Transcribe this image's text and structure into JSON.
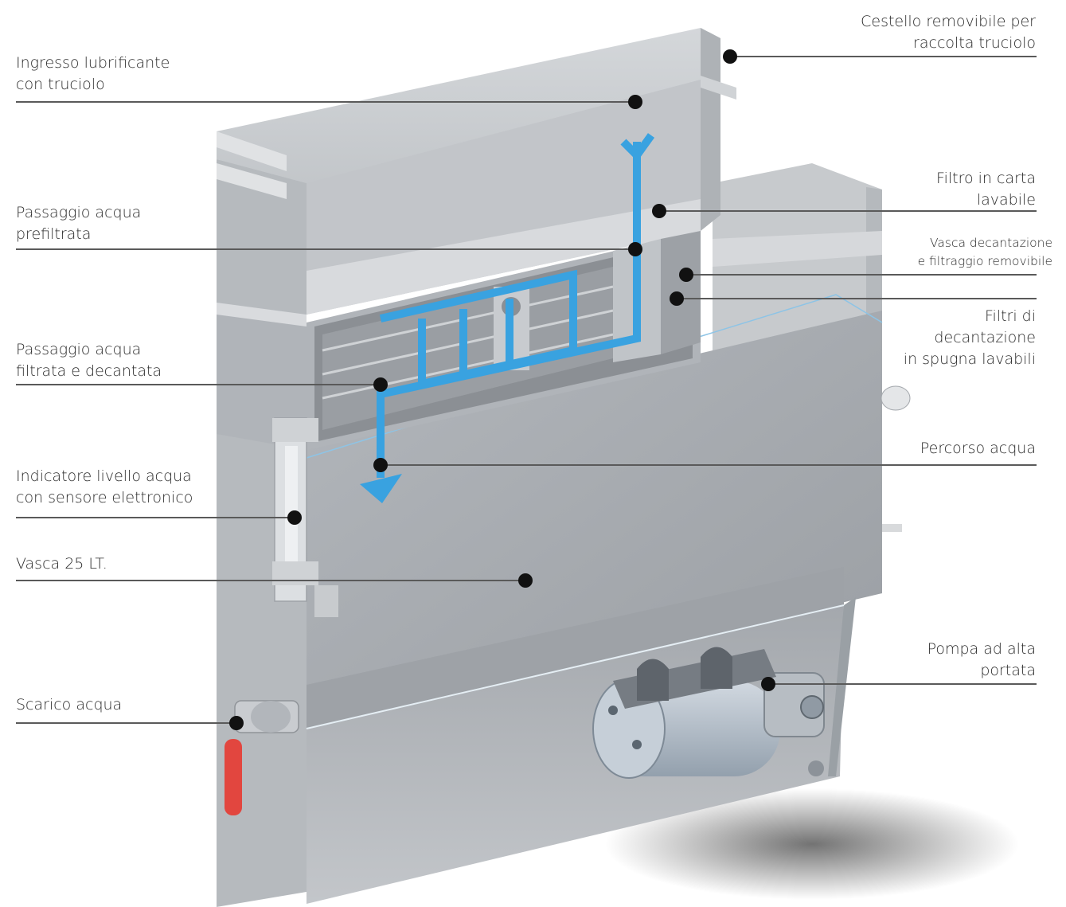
{
  "colors": {
    "water_path": "#39a2e0",
    "drain_handle": "#e2463f",
    "leader_line": "#5a5a5a",
    "marker": "#111111",
    "steel_light": "#c9ccd0",
    "steel_mid": "#a9adb2",
    "steel_dark": "#8e9297",
    "pump_body": "#b9c2cc"
  },
  "icons": [
    "marker-dot",
    "water-flow-arrow",
    "drain-valve-icon",
    "pump-icon"
  ],
  "labels": {
    "ingresso": [
      "Ingresso lubrificante",
      "con truciolo"
    ],
    "passaggio_prefiltrata": [
      "Passaggio acqua",
      "prefiltrata"
    ],
    "passaggio_filtrata": [
      "Passaggio acqua",
      "filtrata e decantata"
    ],
    "indicatore": [
      "Indicatore livello acqua",
      "con sensore elettronico"
    ],
    "vasca": [
      "Vasca 25 LT."
    ],
    "scarico": [
      "Scarico acqua"
    ],
    "cestello": [
      "Cestello removibile per",
      "raccolta truciolo"
    ],
    "filtro_carta": [
      "Filtro in carta",
      "lavabile"
    ],
    "vasca_decantazione": [
      "Vasca decantazione",
      "e filtraggio removibile"
    ],
    "filtri_spugna": [
      "Filtri di",
      "decantazione",
      "in spugna lavabili"
    ],
    "percorso": [
      "Percorso acqua"
    ],
    "pompa": [
      "Pompa ad alta",
      "portata"
    ]
  }
}
